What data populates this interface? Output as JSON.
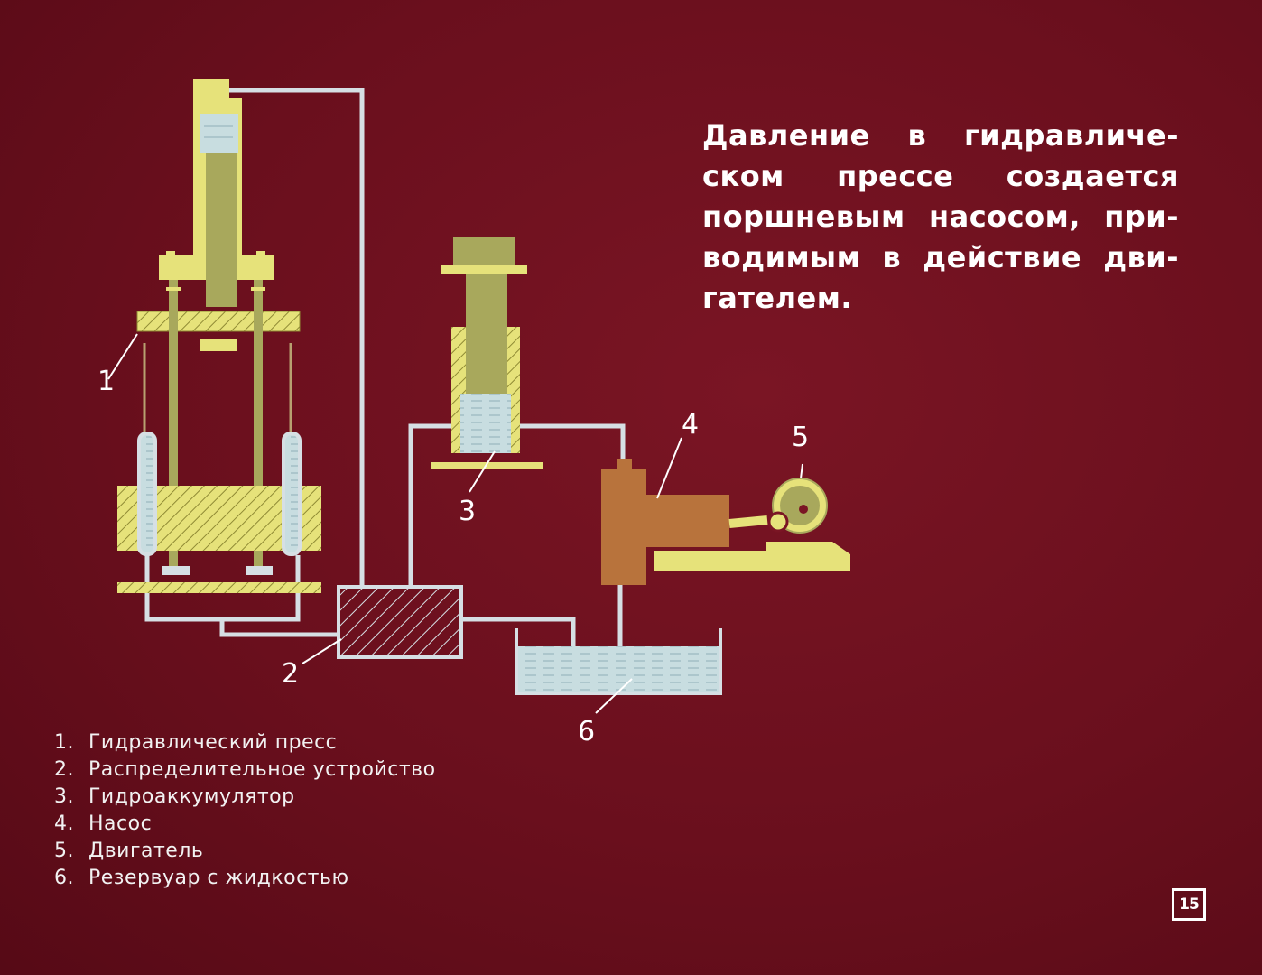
{
  "caption": {
    "lines": [
      "Давление в гидравличе-",
      "ском прессе создается",
      "поршневым насосом, при-",
      "водимым в действие дви-",
      "гателем."
    ]
  },
  "legend": [
    {
      "num": "1.",
      "text": "Гидравлический пресс"
    },
    {
      "num": "2.",
      "text": "Распределительное устройство"
    },
    {
      "num": "3.",
      "text": "Гидроаккумулятор"
    },
    {
      "num": "4.",
      "text": "Насос"
    },
    {
      "num": "5.",
      "text": "Двигатель"
    },
    {
      "num": "6.",
      "text": "Резервуар с жидкостью"
    }
  ],
  "labels": {
    "press": "1",
    "distributor": "2",
    "accumulator": "3",
    "pump": "4",
    "motor": "5",
    "reservoir": "6"
  },
  "slide_number": "15",
  "colors": {
    "background": "#6a0f1d",
    "yellow": "#e6e27a",
    "olive": "#a8a85c",
    "liquid": "#c8dde0",
    "pump": "#b8733c",
    "pipe": "#d6dfe4",
    "text": "#ffffff"
  }
}
